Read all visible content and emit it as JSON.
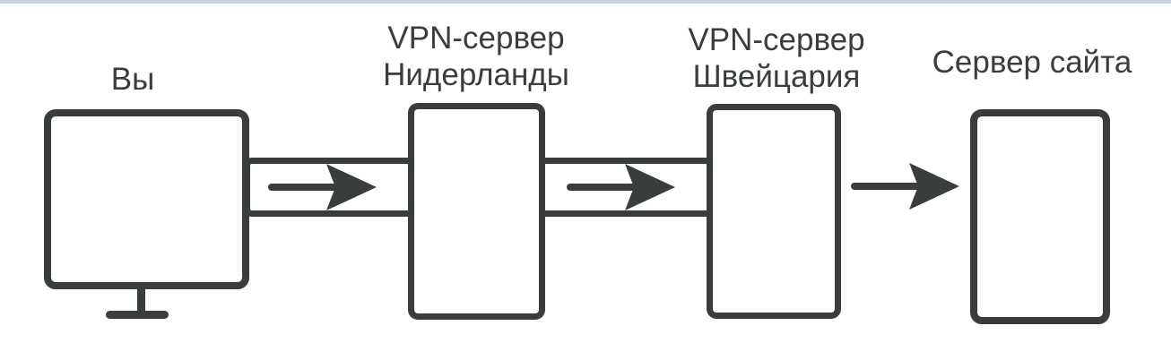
{
  "theme": {
    "stroke_color": "#3a3d3d",
    "label_color": "#3a3d3d",
    "top_bar_color": "#c9d2df",
    "background_color": "#ffffff"
  },
  "diagram": {
    "description": "Double-hop VPN connection scheme",
    "nodes": [
      {
        "id": "you",
        "shape": "monitor",
        "label": "Вы"
      },
      {
        "id": "vpn_netherlands",
        "shape": "server-box",
        "label_line1": "VPN-сервер",
        "label_line2": "Нидерланды"
      },
      {
        "id": "vpn_switzerland",
        "shape": "server-box",
        "label_line1": "VPN-сервер",
        "label_line2": "Швейцария"
      },
      {
        "id": "site_server",
        "shape": "server-box",
        "label": "Сервер сайта"
      }
    ],
    "connections": [
      {
        "from": "you",
        "to": "vpn_netherlands",
        "style": "encrypted-tunnel-arrow",
        "direction": "right"
      },
      {
        "from": "vpn_netherlands",
        "to": "vpn_switzerland",
        "style": "encrypted-tunnel-arrow",
        "direction": "right"
      },
      {
        "from": "vpn_switzerland",
        "to": "site_server",
        "style": "plain-arrow",
        "direction": "right"
      }
    ]
  }
}
